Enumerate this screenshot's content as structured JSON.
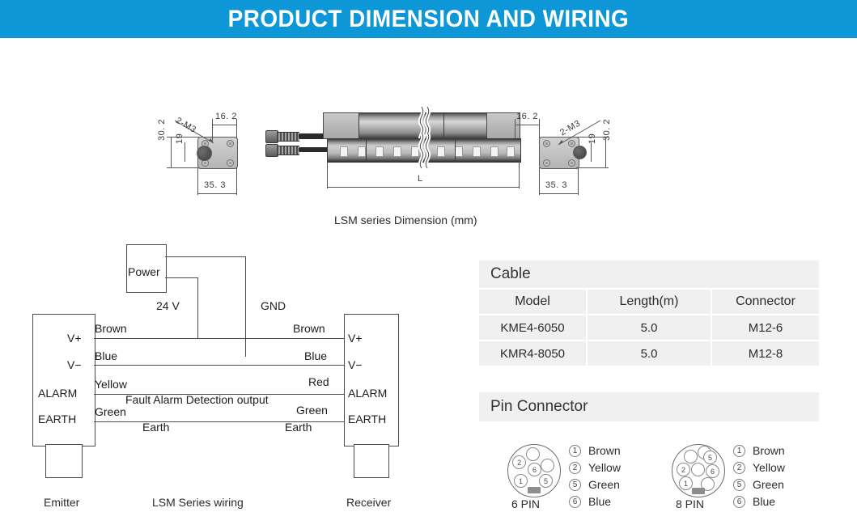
{
  "header": {
    "title": "PRODUCT DIMENSION AND WIRING"
  },
  "dimension": {
    "caption": "LSM series Dimension  (mm)",
    "length_label": "L",
    "labels": {
      "thread": "2-M3",
      "offset": "16. 2",
      "height_outer": "30. 2",
      "height_inner": "19",
      "width": "35. 3"
    }
  },
  "wiring": {
    "power_box": "Power",
    "voltage": "24 V",
    "gnd": "GND",
    "emitter_caption": "Emitter",
    "center_caption": "LSM Series wiring",
    "receiver_caption": "Receiver",
    "fault_text": "Fault Alarm Detection output",
    "earth_left": "Earth",
    "earth_right": "Earth",
    "emitter_terminals": [
      "V+",
      "V−",
      "ALARM",
      "EARTH"
    ],
    "receiver_terminals": [
      "V+",
      "V−",
      "ALARM",
      "EARTH"
    ],
    "emitter_wires": [
      "Brown",
      "Blue",
      "Yellow",
      "Green"
    ],
    "receiver_wires": [
      "Brown",
      "Blue",
      "Red",
      "Green"
    ]
  },
  "cable": {
    "title": "Cable",
    "columns": [
      "Model",
      "Length(m)",
      "Connector"
    ],
    "rows": [
      {
        "model": "KME4-6050",
        "length": "5.0",
        "connector": "M12-6"
      },
      {
        "model": "KMR4-8050",
        "length": "5.0",
        "connector": "M12-8"
      }
    ]
  },
  "pin_connector": {
    "title": "Pin Connector",
    "connectors": [
      {
        "caption": "6  PIN",
        "pins": [
          "2",
          "6",
          "1",
          "5"
        ],
        "legend": [
          {
            "num": "1",
            "color": "Brown"
          },
          {
            "num": "2",
            "color": "Yellow"
          },
          {
            "num": "5",
            "color": "Green"
          },
          {
            "num": "6",
            "color": "Blue"
          }
        ]
      },
      {
        "caption": "8  PIN",
        "pins": [
          "5",
          "2",
          "6",
          "1"
        ],
        "legend": [
          {
            "num": "1",
            "color": "Brown"
          },
          {
            "num": "2",
            "color": "Yellow"
          },
          {
            "num": "5",
            "color": "Green"
          },
          {
            "num": "6",
            "color": "Blue"
          }
        ]
      }
    ]
  },
  "colors": {
    "banner": "#0d97d6",
    "panel": "#f0f0f0"
  }
}
